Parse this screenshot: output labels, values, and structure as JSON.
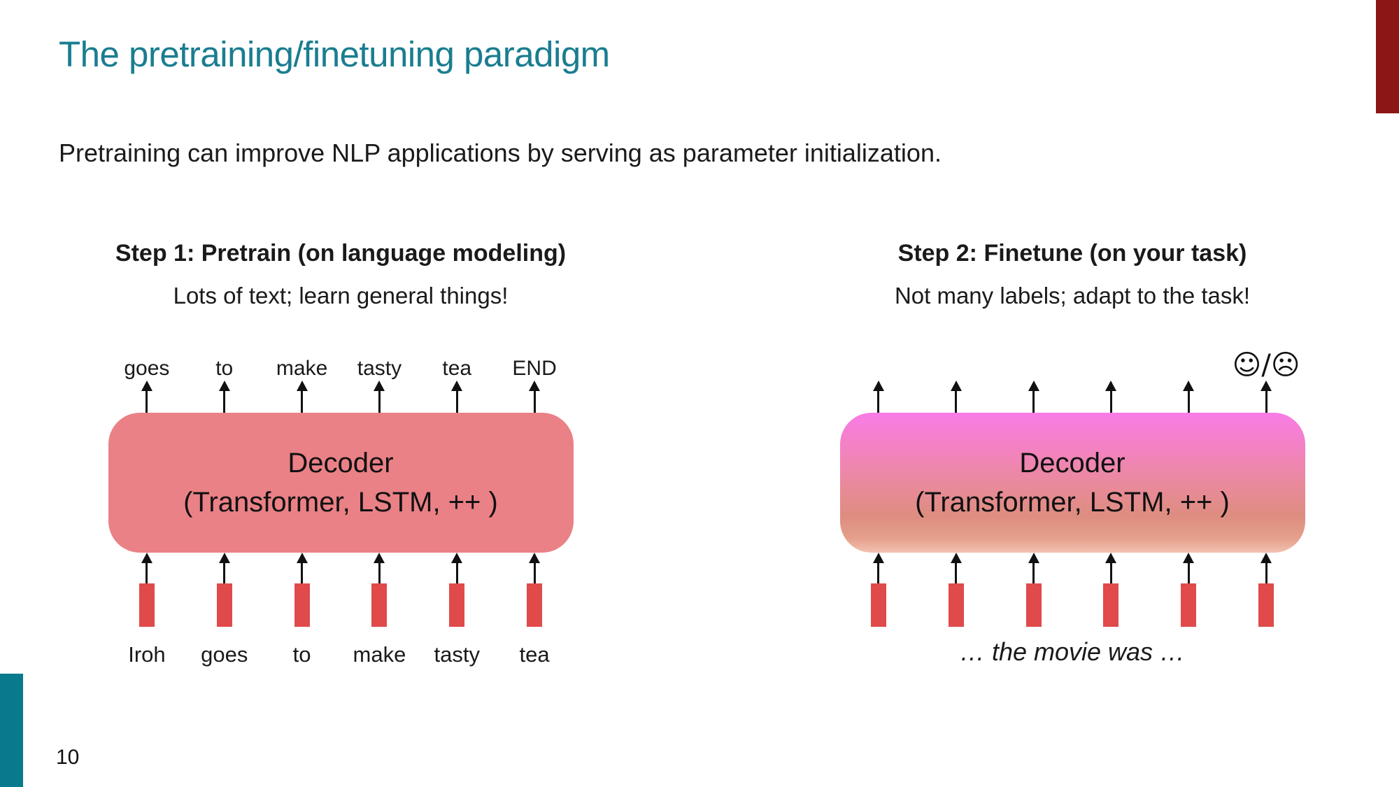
{
  "slide": {
    "title": "The pretraining/finetuning paradigm",
    "subtitle": "Pretraining can improve NLP applications by serving as parameter initialization.",
    "page_number": "10"
  },
  "colors": {
    "title_teal": "#1A7D90",
    "corner_bar_red": "#8C1515",
    "corner_bar_teal": "#077B8D",
    "pretrain_box_salmon": "#EA8186",
    "finetune_box_gradient_top": "#F97CE6",
    "finetune_box_gradient_bottom": "#DE8D80",
    "embedding_bar_red": "#E04A4A"
  },
  "step1": {
    "heading": "Step 1: Pretrain (on language modeling)",
    "subheading": "Lots of text; learn general things!",
    "decoder_line1": "Decoder",
    "decoder_line2": "(Transformer, LSTM, ++ )",
    "output_words": [
      "goes",
      "to",
      "make",
      "tasty",
      "tea",
      "END"
    ],
    "input_words": [
      "Iroh",
      "goes",
      "to",
      "make",
      "tasty",
      "tea"
    ]
  },
  "step2": {
    "heading": "Step 2: Finetune (on your task)",
    "subheading": "Not many labels; adapt to the task!",
    "decoder_line1": "Decoder",
    "decoder_line2": "(Transformer, LSTM, ++ )",
    "output_emoji": "☺/☹",
    "input_text": "… the movie was …"
  }
}
